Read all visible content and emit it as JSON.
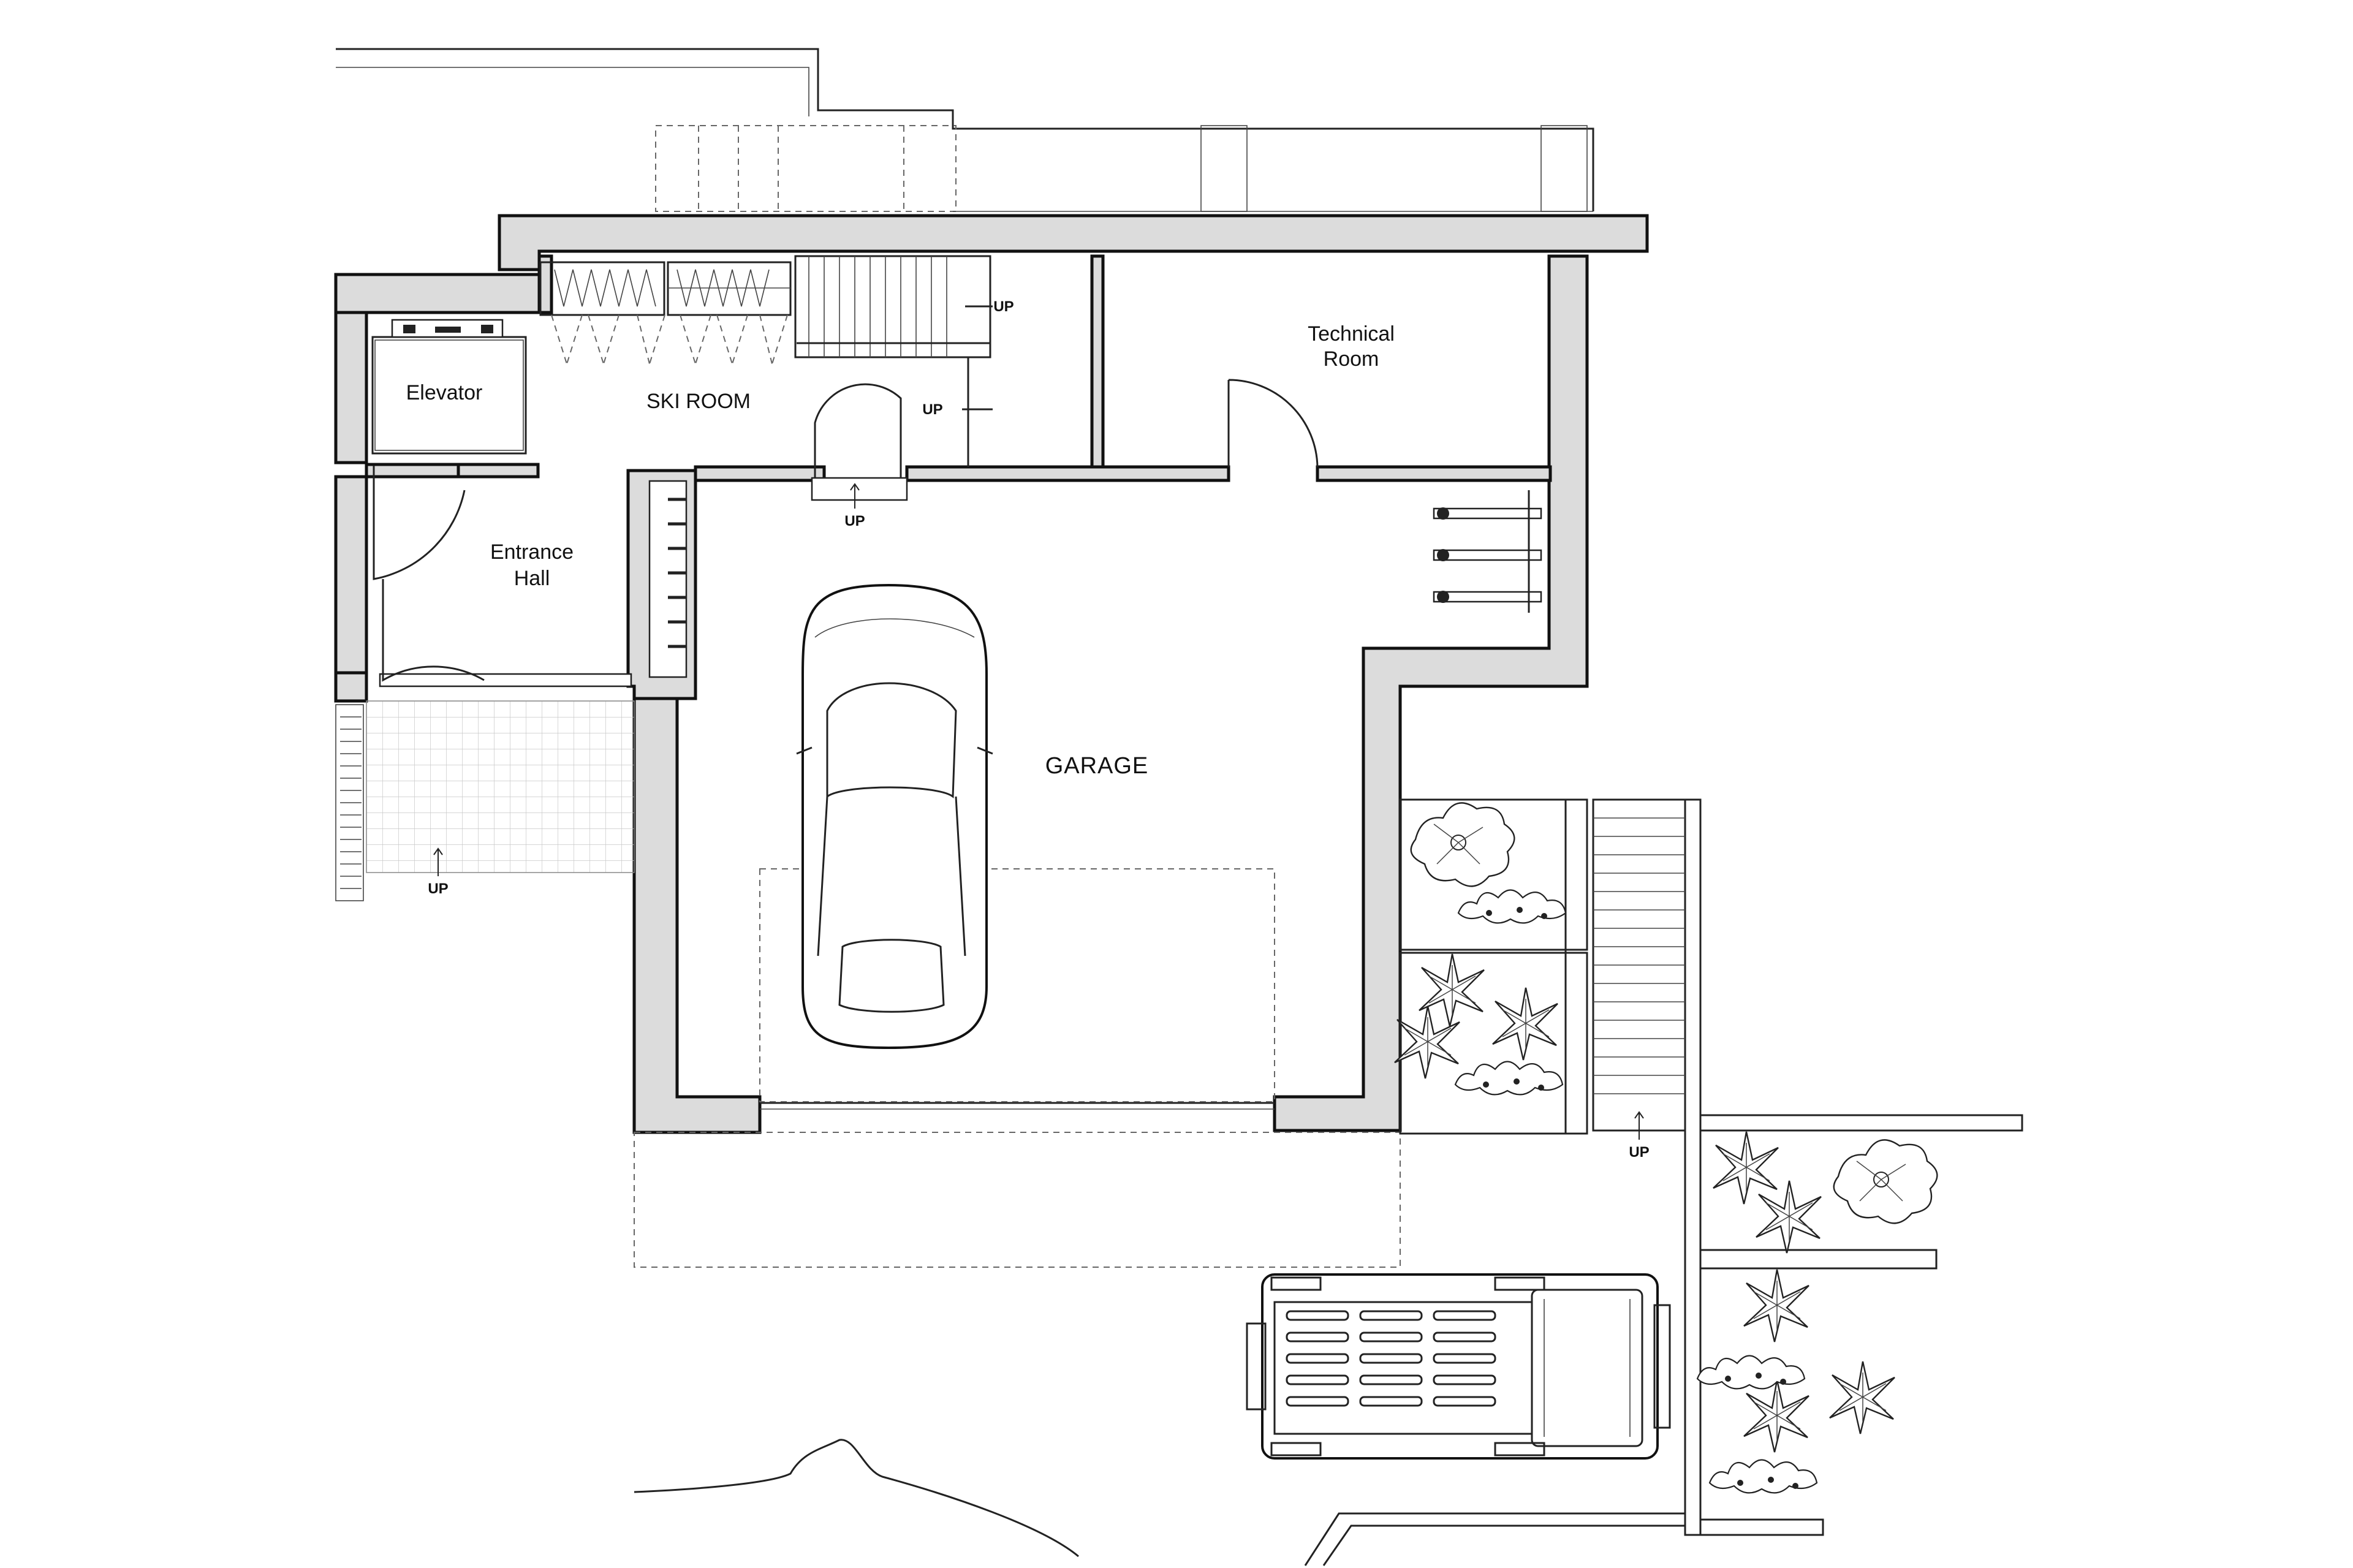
{
  "rooms": {
    "ski_room": "SKI ROOM",
    "elevator": "Elevator",
    "entrance_hall_line1": "Entrance",
    "entrance_hall_line2": "Hall",
    "technical_room_line1": "Technical",
    "technical_room_line2": "Room",
    "garage": "GARAGE"
  },
  "markers": {
    "up_stair_top": "UP",
    "up_stair_landing": "UP",
    "up_ski_door": "UP",
    "up_entrance": "UP",
    "up_exterior_stair": "UP"
  },
  "colors": {
    "wall_fill": "#dcdcdc",
    "line": "#111111",
    "background": "#ffffff"
  }
}
